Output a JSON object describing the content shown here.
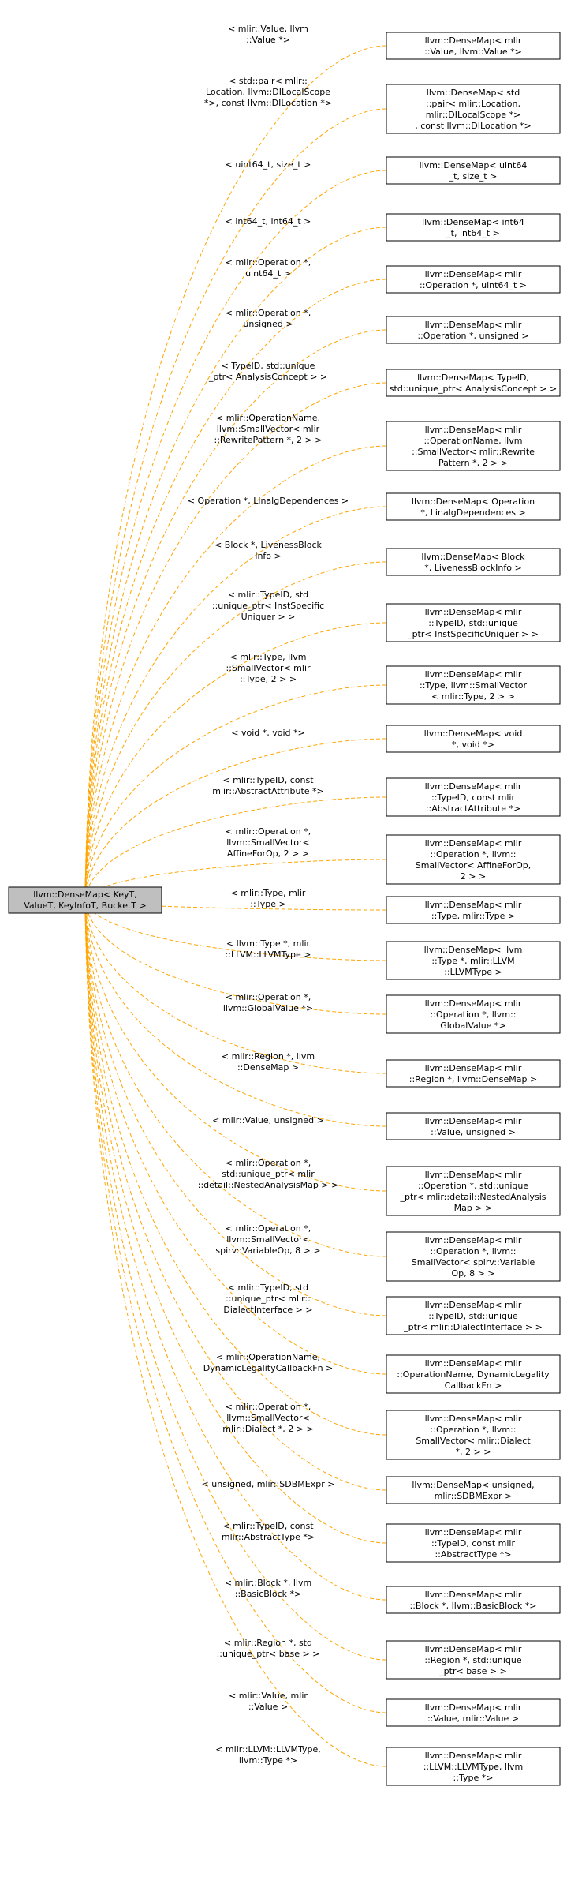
{
  "root": {
    "label_lines": [
      "llvm::DenseMap< KeyT,",
      "ValueT, KeyInfoT, BucketT >"
    ],
    "fill": "#bfbfbf"
  },
  "colors": {
    "edge": "#ffa500",
    "node_border": "#000000",
    "root_fill": "#bfbfbf"
  },
  "nodes": [
    {
      "box_lines": [
        "llvm::DenseMap< mlir",
        "::Value, llvm::Value *>"
      ],
      "edge_lines": [
        "< mlir::Value, llvm",
        "::Value *>"
      ]
    },
    {
      "box_lines": [
        "llvm::DenseMap< std",
        "::pair< mlir::Location,",
        "mlir::DILocalScope *>",
        ", const llvm::DILocation *>"
      ],
      "edge_lines": [
        "< std::pair< mlir::",
        "Location, llvm::DILocalScope",
        "*>, const llvm::DILocation *>"
      ]
    },
    {
      "box_lines": [
        "llvm::DenseMap< uint64",
        "_t, size_t >"
      ],
      "edge_lines": [
        "< uint64_t, size_t >"
      ]
    },
    {
      "box_lines": [
        "llvm::DenseMap< int64",
        "_t, int64_t >"
      ],
      "edge_lines": [
        "< int64_t, int64_t >"
      ]
    },
    {
      "box_lines": [
        "llvm::DenseMap< mlir",
        "::Operation *, uint64_t >"
      ],
      "edge_lines": [
        "< mlir::Operation *,",
        "uint64_t >"
      ]
    },
    {
      "box_lines": [
        "llvm::DenseMap< mlir",
        "::Operation *, unsigned >"
      ],
      "edge_lines": [
        "< mlir::Operation *,",
        "unsigned >"
      ]
    },
    {
      "box_lines": [
        "llvm::DenseMap< TypeID,",
        "std::unique_ptr< AnalysisConcept > >"
      ],
      "edge_lines": [
        "< TypeID, std::unique",
        "_ptr< AnalysisConcept > >"
      ]
    },
    {
      "box_lines": [
        "llvm::DenseMap< mlir",
        "::OperationName, llvm",
        "::SmallVector< mlir::Rewrite",
        "Pattern *, 2 > >"
      ],
      "edge_lines": [
        "< mlir::OperationName,",
        "llvm::SmallVector< mlir",
        "::RewritePattern *, 2 > >"
      ]
    },
    {
      "box_lines": [
        "llvm::DenseMap< Operation",
        "*, LinalgDependences >"
      ],
      "edge_lines": [
        "< Operation *, LinalgDependences >"
      ]
    },
    {
      "box_lines": [
        "llvm::DenseMap< Block",
        "*, LivenessBlockInfo >"
      ],
      "edge_lines": [
        "< Block *, LivenessBlock",
        "Info >"
      ]
    },
    {
      "box_lines": [
        "llvm::DenseMap< mlir",
        "::TypeID, std::unique",
        "_ptr< InstSpecificUniquer > >"
      ],
      "edge_lines": [
        "< mlir::TypeID, std",
        "::unique_ptr< InstSpecific",
        "Uniquer > >"
      ]
    },
    {
      "box_lines": [
        "llvm::DenseMap< mlir",
        "::Type, llvm::SmallVector",
        "< mlir::Type, 2 > >"
      ],
      "edge_lines": [
        "< mlir::Type, llvm",
        "::SmallVector< mlir",
        "::Type, 2 > >"
      ]
    },
    {
      "box_lines": [
        "llvm::DenseMap< void",
        "*, void *>"
      ],
      "edge_lines": [
        "< void *, void *>"
      ]
    },
    {
      "box_lines": [
        "llvm::DenseMap< mlir",
        "::TypeID, const mlir",
        "::AbstractAttribute *>"
      ],
      "edge_lines": [
        "< mlir::TypeID, const",
        "mlir::AbstractAttribute *>"
      ]
    },
    {
      "box_lines": [
        "llvm::DenseMap< mlir",
        "::Operation *, llvm::",
        "SmallVector< AffineForOp,",
        "2 > >"
      ],
      "edge_lines": [
        "< mlir::Operation *,",
        "llvm::SmallVector<",
        "AffineForOp, 2 > >"
      ]
    },
    {
      "box_lines": [
        "llvm::DenseMap< mlir",
        "::Type, mlir::Type >"
      ],
      "edge_lines": [
        "< mlir::Type, mlir",
        "::Type >"
      ]
    },
    {
      "box_lines": [
        "llvm::DenseMap< llvm",
        "::Type *, mlir::LLVM",
        "::LLVMType >"
      ],
      "edge_lines": [
        "< llvm::Type *, mlir",
        "::LLVM::LLVMType >"
      ]
    },
    {
      "box_lines": [
        "llvm::DenseMap< mlir",
        "::Operation *, llvm::",
        "GlobalValue *>"
      ],
      "edge_lines": [
        "< mlir::Operation *,",
        "llvm::GlobalValue *>"
      ]
    },
    {
      "box_lines": [
        "llvm::DenseMap< mlir",
        "::Region *, llvm::DenseMap >"
      ],
      "edge_lines": [
        "< mlir::Region *, llvm",
        "::DenseMap >"
      ]
    },
    {
      "box_lines": [
        "llvm::DenseMap< mlir",
        "::Value, unsigned >"
      ],
      "edge_lines": [
        "< mlir::Value, unsigned >"
      ]
    },
    {
      "box_lines": [
        "llvm::DenseMap< mlir",
        "::Operation *, std::unique",
        "_ptr< mlir::detail::NestedAnalysis",
        "Map > >"
      ],
      "edge_lines": [
        "< mlir::Operation *,",
        "std::unique_ptr< mlir",
        "::detail::NestedAnalysisMap > >"
      ]
    },
    {
      "box_lines": [
        "llvm::DenseMap< mlir",
        "::Operation *, llvm::",
        "SmallVector< spirv::Variable",
        "Op, 8 > >"
      ],
      "edge_lines": [
        "< mlir::Operation *,",
        "llvm::SmallVector<",
        "spirv::VariableOp, 8 > >"
      ]
    },
    {
      "box_lines": [
        "llvm::DenseMap< mlir",
        "::TypeID, std::unique",
        "_ptr< mlir::DialectInterface > >"
      ],
      "edge_lines": [
        "< mlir::TypeID, std",
        "::unique_ptr< mlir::",
        "DialectInterface > >"
      ]
    },
    {
      "box_lines": [
        "llvm::DenseMap< mlir",
        "::OperationName, DynamicLegality",
        "CallbackFn >"
      ],
      "edge_lines": [
        "< mlir::OperationName,",
        "DynamicLegalityCallbackFn >"
      ]
    },
    {
      "box_lines": [
        "llvm::DenseMap< mlir",
        "::Operation *, llvm::",
        "SmallVector< mlir::Dialect",
        "*, 2 > >"
      ],
      "edge_lines": [
        "< mlir::Operation *,",
        "llvm::SmallVector<",
        "mlir::Dialect *, 2 > >"
      ]
    },
    {
      "box_lines": [
        "llvm::DenseMap< unsigned,",
        "mlir::SDBMExpr >"
      ],
      "edge_lines": [
        "< unsigned, mlir::SDBMExpr >"
      ]
    },
    {
      "box_lines": [
        "llvm::DenseMap< mlir",
        "::TypeID, const mlir",
        "::AbstractType *>"
      ],
      "edge_lines": [
        "< mlir::TypeID, const",
        "mlir::AbstractType *>"
      ]
    },
    {
      "box_lines": [
        "llvm::DenseMap< mlir",
        "::Block *, llvm::BasicBlock *>"
      ],
      "edge_lines": [
        "< mlir::Block *, llvm",
        "::BasicBlock *>"
      ]
    },
    {
      "box_lines": [
        "llvm::DenseMap< mlir",
        "::Region *, std::unique",
        "_ptr< base > >"
      ],
      "edge_lines": [
        "< mlir::Region *, std",
        "::unique_ptr< base > >"
      ]
    },
    {
      "box_lines": [
        "llvm::DenseMap< mlir",
        "::Value, mlir::Value >"
      ],
      "edge_lines": [
        "< mlir::Value, mlir",
        "::Value >"
      ]
    },
    {
      "box_lines": [
        "llvm::DenseMap< mlir",
        "::LLVM::LLVMType, llvm",
        "::Type *>"
      ],
      "edge_lines": [
        "< mlir::LLVM::LLVMType,",
        "llvm::Type *>"
      ]
    }
  ]
}
